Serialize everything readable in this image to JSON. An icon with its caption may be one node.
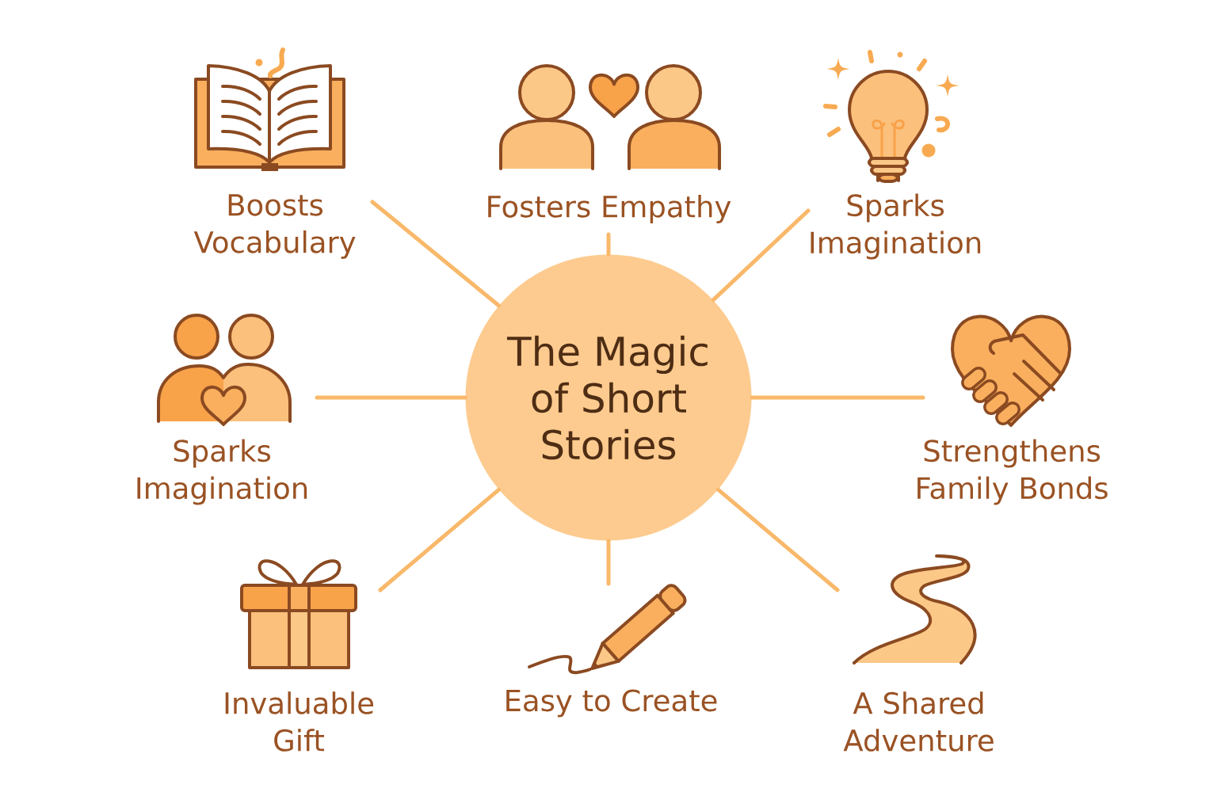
{
  "diagram": {
    "nodes": [
      {
        "text": [
          "The Magic of Short Stories"
        ]
      },
      {
        "text": [
          "Boosts Vocabulary"
        ]
      },
      {
        "text": [
          "Fosters Empathy"
        ]
      },
      {
        "text": [
          "Sparks Imagination"
        ]
      },
      {
        "text": [
          "Sparks Imagination"
        ]
      },
      {
        "text": [
          "Strengthens Family Bonds"
        ]
      },
      {
        "text": [
          "Invaluable Gift"
        ]
      },
      {
        "text": [
          "Easy to Create"
        ]
      },
      {
        "text": [
          "A Shared Adventure"
        ]
      }
    ],
    "edges": [
      {
        "from": 0,
        "to": 1,
        "arrow": "none"
      },
      {
        "from": 0,
        "to": 2,
        "arrow": "none"
      },
      {
        "from": 0,
        "to": 3,
        "arrow": "none"
      },
      {
        "from": 0,
        "to": 4,
        "arrow": "none"
      },
      {
        "from": 0,
        "to": 5,
        "arrow": "none"
      },
      {
        "from": 0,
        "to": 6,
        "arrow": "none"
      },
      {
        "from": 0,
        "to": 7,
        "arrow": "none"
      },
      {
        "from": 0,
        "to": 8,
        "arrow": "none"
      }
    ]
  }
}
